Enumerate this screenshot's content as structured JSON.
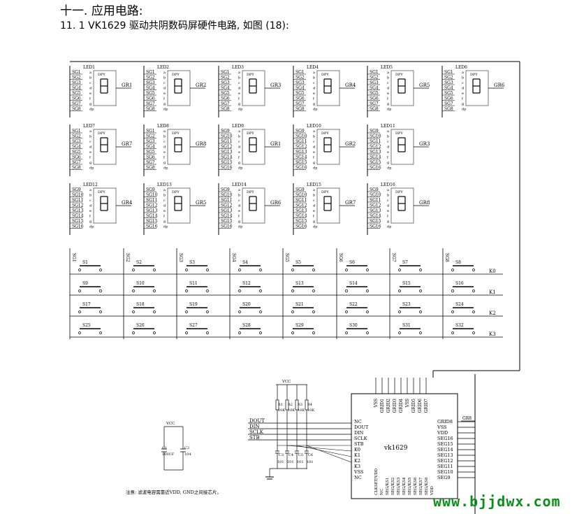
{
  "section_heading": "十一. 应用电路:",
  "subsection_heading": "11. 1 VK1629 驱动共阴数码屏硬件电路, 如图 (18):",
  "watermark": "www.bjjdwx.com",
  "led_modules": [
    {
      "name": "LED1",
      "grid": "GR1",
      "pins": [
        "SG1",
        "SG2",
        "SG3",
        "SG4",
        "SG5",
        "SG6",
        "SG7",
        "SG8"
      ]
    },
    {
      "name": "LED2",
      "grid": "GR2",
      "pins": [
        "SG1",
        "SG2",
        "SG3",
        "SG4",
        "SG5",
        "SG6",
        "SG7",
        "SG8"
      ]
    },
    {
      "name": "LED3",
      "grid": "GR3",
      "pins": [
        "SG1",
        "SG2",
        "SG3",
        "SG4",
        "SG5",
        "SG6",
        "SG7",
        "SG8"
      ]
    },
    {
      "name": "LED4",
      "grid": "GR4",
      "pins": [
        "SG1",
        "SG2",
        "SG3",
        "SG4",
        "SG5",
        "SG6",
        "SG7",
        "SG8"
      ]
    },
    {
      "name": "LED5",
      "grid": "GR5",
      "pins": [
        "SG1",
        "SG2",
        "SG3",
        "SG4",
        "SG5",
        "SG6",
        "SG7",
        "SG8"
      ]
    },
    {
      "name": "LED6",
      "grid": "GR6",
      "pins": [
        "SG1",
        "SG2",
        "SG3",
        "SG4",
        "SG5",
        "SG6",
        "SG7",
        "SG8"
      ]
    },
    {
      "name": "LED7",
      "grid": "GR7",
      "pins": [
        "SG1",
        "SG2",
        "SG3",
        "SG4",
        "SG5",
        "SG6",
        "SG7",
        "SG8"
      ]
    },
    {
      "name": "LED8",
      "grid": "GR8",
      "pins": [
        "SG1",
        "SG2",
        "SG3",
        "SG4",
        "SG5",
        "SG6",
        "SG7",
        "SG8"
      ]
    },
    {
      "name": "LED9",
      "grid": "GR1",
      "pins": [
        "SG9",
        "SG10",
        "SG11",
        "SG12",
        "SG13",
        "SG14",
        "SG15",
        "SG16"
      ]
    },
    {
      "name": "LED10",
      "grid": "GR2",
      "pins": [
        "SG9",
        "SG10",
        "SG11",
        "SG12",
        "SG13",
        "SG14",
        "SG15",
        "SG16"
      ]
    },
    {
      "name": "LED11",
      "grid": "GR3",
      "pins": [
        "SG9",
        "SG10",
        "SG11",
        "SG12",
        "SG13",
        "SG14",
        "SG15",
        "SG16"
      ]
    },
    {
      "name": "LED12",
      "grid": "GR4",
      "pins": [
        "SG9",
        "SG10",
        "SG11",
        "SG12",
        "SG13",
        "SG14",
        "SG15",
        "SG16"
      ]
    },
    {
      "name": "LED13",
      "grid": "GR5",
      "pins": [
        "SG9",
        "SG10",
        "SG11",
        "SG12",
        "SG13",
        "SG14",
        "SG15",
        "SG16"
      ]
    },
    {
      "name": "LED14",
      "grid": "GR6",
      "pins": [
        "SG9",
        "SG10",
        "SG11",
        "SG12",
        "SG13",
        "SG14",
        "SG15",
        "SG16"
      ]
    },
    {
      "name": "LED15",
      "grid": "GR7",
      "pins": [
        "SG9",
        "SG10",
        "SG11",
        "SG12",
        "SG13",
        "SG14",
        "SG15",
        "SG16"
      ]
    },
    {
      "name": "LED16",
      "grid": "GR8",
      "pins": [
        "SG9",
        "SG10",
        "SG11",
        "SG12",
        "SG13",
        "SG14",
        "SG15",
        "SG16"
      ]
    }
  ],
  "segment_letters": [
    "a",
    "b",
    "c",
    "d",
    "e",
    "f",
    "g",
    "dp"
  ],
  "dpy_label": "DPY",
  "switch_columns": [
    "SG1",
    "SG2",
    "SG3",
    "SG4",
    "SG5",
    "SG6",
    "SG7",
    "SG8"
  ],
  "switches": [
    "S1",
    "S2",
    "S3",
    "S4",
    "S5",
    "S6",
    "S7",
    "S8",
    "S9",
    "S10",
    "S11",
    "S12",
    "S13",
    "S14",
    "S15",
    "S16",
    "S17",
    "S18",
    "S19",
    "S20",
    "S21",
    "S22",
    "S23",
    "S24",
    "S25",
    "S26",
    "S27",
    "S28",
    "S29",
    "S30",
    "S31",
    "S32"
  ],
  "key_lines": [
    "K0",
    "K1",
    "K2",
    "K3"
  ],
  "chip": {
    "name": "vk1629",
    "left_pins": [
      "NC",
      "DOUT",
      "DIN",
      "SCLK",
      "STB",
      "K0",
      "K1",
      "K2",
      "K3",
      "VSS",
      "NC"
    ],
    "right_pins": [
      "GRID8",
      "VSS",
      "VDD",
      "SEG16",
      "SEG15",
      "SEG14",
      "SEG13",
      "SEG12",
      "SEG11",
      "SEG10",
      "SEG9"
    ],
    "top_pins": [
      "VSS",
      "GRID1",
      "GRID2",
      "GRID3",
      "GRID4",
      "VSS",
      "GRID5",
      "GRID6",
      "GRID7"
    ],
    "bottom_pins": [
      "CLKSET/VDD",
      "NC",
      "SEG/KS1",
      "SEG/KS2",
      "SEG/KS3",
      "SEG/KS4",
      "SEG/KS5",
      "SEG/KS6",
      "SEG/KS7",
      "SEG/KS8",
      "VDD"
    ]
  },
  "bus_labels": [
    "DOUT",
    "DIN",
    "SCLK",
    "STB"
  ],
  "gr_label": "GR8",
  "resistors": [
    {
      "ref": "R1",
      "value": "10K"
    },
    {
      "ref": "R2",
      "value": "10K"
    },
    {
      "ref": "R3",
      "value": "10K"
    },
    {
      "ref": "R4",
      "value": "10K"
    }
  ],
  "key_caps": [
    {
      "ref": "C3",
      "value": "101"
    },
    {
      "ref": "C4",
      "value": "101"
    },
    {
      "ref": "C5",
      "value": "101"
    },
    {
      "ref": "C6",
      "value": "101"
    }
  ],
  "decoupling": [
    {
      "ref": "C1",
      "value": "100UF"
    },
    {
      "ref": "C2",
      "value": "104"
    }
  ],
  "vcc_label": "VCC",
  "note": "注意: 滤波电容需靠近VDD, GND之间接芯片。"
}
